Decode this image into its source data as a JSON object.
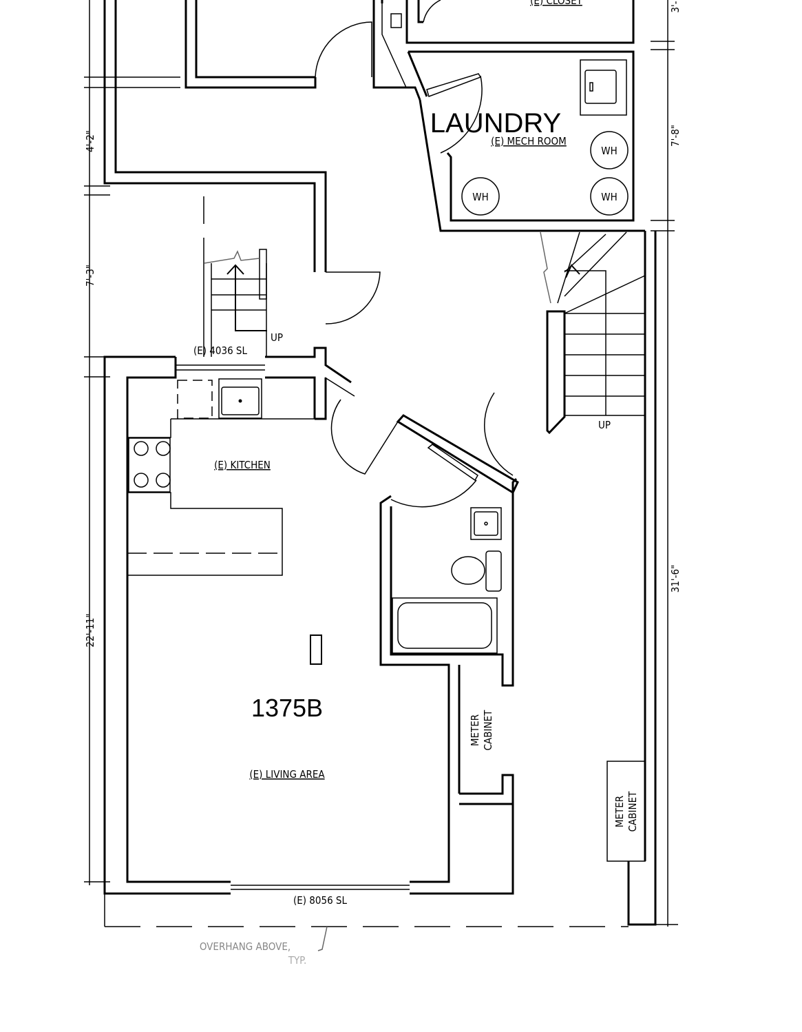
{
  "unit_label": "1375B",
  "rooms": {
    "closet": "(E) CLOSET",
    "laundry": "LAUNDRY",
    "mech_room": "(E) MECH ROOM",
    "kitchen": "(E) KITCHEN",
    "living": "(E) LIVING AREA"
  },
  "fixtures": {
    "water_heater": "WH",
    "meter_cabinet_line1": "METER",
    "meter_cabinet_line2": "CABINET",
    "stair_up": "UP"
  },
  "windows": {
    "kitchen_window": "(E) 4036 SL",
    "living_door": "(E) 8056 SL"
  },
  "notes": {
    "overhang_line1": "OVERHANG ABOVE,",
    "overhang_line2": "TYP."
  },
  "dimensions": {
    "left": [
      "4'-2\"",
      "7'-3\"",
      "22'-11\""
    ],
    "right": [
      "3'-",
      "7'-8\"",
      "31'-6\""
    ]
  }
}
